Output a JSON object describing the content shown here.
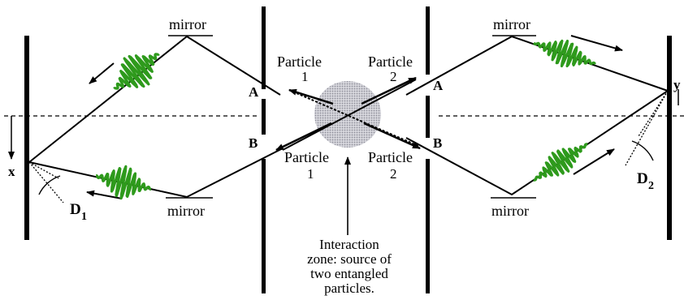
{
  "labels": {
    "mirror_top_left": "mirror",
    "mirror_bottom_left": "mirror",
    "mirror_top_right": "mirror",
    "mirror_bottom_right": "mirror",
    "particle_1_top": "Particle",
    "particle_1_top_num": "1",
    "particle_2_top": "Particle",
    "particle_2_top_num": "2",
    "particle_1_bottom": "Particle",
    "particle_1_bottom_num": "1",
    "particle_2_bottom": "Particle",
    "particle_2_bottom_num": "2",
    "slit_a_left": "A",
    "slit_b_left": "B",
    "slit_a_right": "A",
    "slit_b_right": "B",
    "screen_coord_left": "x",
    "screen_coord_right": "y",
    "detector_1": "D",
    "detector_1_sub": "1",
    "detector_2": "D",
    "detector_2_sub": "2"
  },
  "caption": {
    "line1": "Interaction",
    "line2": "zone:  source of",
    "line3": "two entangled",
    "line4": "particles."
  },
  "colors": {
    "wavepacket": "#2e9a1c",
    "zone_fill": "#c9c9d2",
    "ink": "#000000"
  }
}
